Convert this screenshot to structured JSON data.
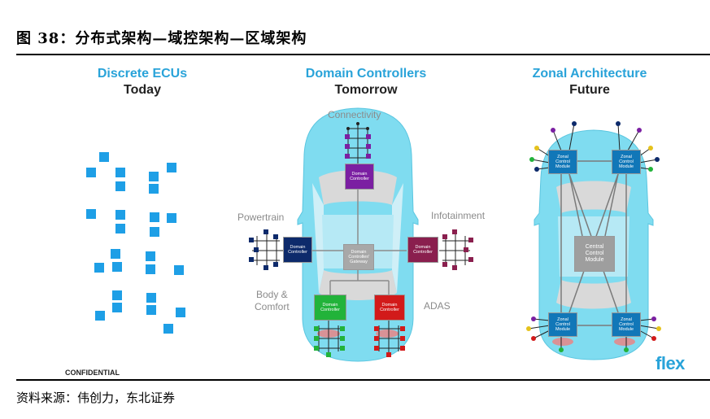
{
  "figure": {
    "title": "图 38：分布式架构—域控架构—区域架构",
    "source": "资料来源：伟创力，东北证券"
  },
  "columns": {
    "discrete": {
      "title": "Discrete ECUs",
      "subtitle": "Today"
    },
    "domain": {
      "title": "Domain Controllers",
      "subtitle": "Tomorrow"
    },
    "zonal": {
      "title": "Zonal Architecture",
      "subtitle": "Future"
    }
  },
  "domain_labels": {
    "connectivity": "Connectivity",
    "powertrain": "Powertrain",
    "infotainment": "Infotainment",
    "body_comfort_line1": "Body &",
    "body_comfort_line2": "Comfort",
    "adas": "ADAS"
  },
  "domain_boxes": {
    "connectivity": {
      "line1": "Domain",
      "line2": "Controller",
      "color": "#7b1fa2"
    },
    "powertrain": {
      "line1": "Domain",
      "line2": "Controller",
      "color": "#0d2a6b"
    },
    "gateway": {
      "line1": "Domain",
      "line2": "Controller/",
      "line3": "Gateway",
      "color": "#a8a8a8"
    },
    "infotainment": {
      "line1": "Domain",
      "line2": "Controller",
      "color": "#8a1f4e"
    },
    "body": {
      "line1": "Domain",
      "line2": "Controller",
      "color": "#22b33a"
    },
    "adas": {
      "line1": "Domain",
      "line2": "Controller",
      "color": "#d21a1a"
    }
  },
  "zonal_boxes": {
    "front_left": {
      "line1": "Zonal",
      "line2": "Control",
      "line3": "Module"
    },
    "front_right": {
      "line1": "Zonal",
      "line2": "Control",
      "line3": "Module"
    },
    "central": {
      "line1": "Central",
      "line2": "Control",
      "line3": "Module"
    },
    "rear_left": {
      "line1": "Zonal",
      "line2": "Control",
      "line3": "Module"
    },
    "rear_right": {
      "line1": "Zonal",
      "line2": "Control",
      "line3": "Module"
    }
  },
  "footer": {
    "confidential": "CONFIDENTIAL",
    "logo": "flex"
  },
  "colors": {
    "ecu": "#1e9fe6",
    "car_body": "#7fdcf0",
    "title_blue": "#29a3d9",
    "zonal_module": "#1177b8"
  }
}
